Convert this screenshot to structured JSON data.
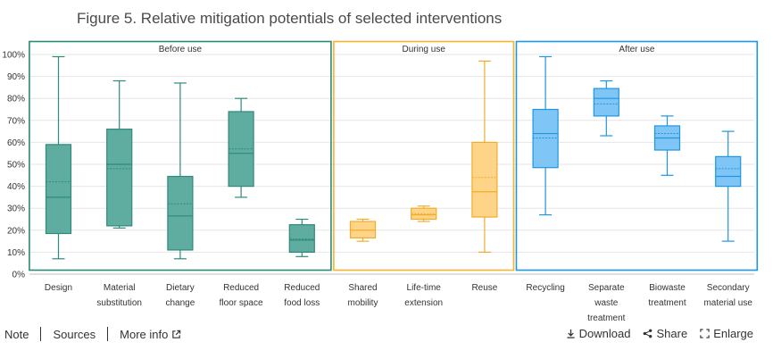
{
  "title": "Figure 5. Relative mitigation potentials of selected interventions",
  "colors": {
    "green": "#5fada0",
    "green_line": "#2f8a7b",
    "green_frame": "#2a8a73",
    "yellow": "#fdd488",
    "yellow_line": "#f2ac2b",
    "yellow_frame": "#f5b52e",
    "blue": "#7fc6f7",
    "blue_line": "#1e96e0",
    "blue_frame": "#1e96e0",
    "grid": "#e6e6e6",
    "text": "#333333"
  },
  "chart_data": {
    "type": "box",
    "title": "Figure 5. Relative mitigation potentials of selected interventions",
    "ylim": [
      0,
      100
    ],
    "yticks": [
      "0%",
      "10%",
      "20%",
      "30%",
      "40%",
      "50%",
      "60%",
      "70%",
      "80%",
      "90%",
      "100%"
    ],
    "grid": true,
    "groups": [
      {
        "label": "Before use",
        "color": "green",
        "categories": [
          0,
          1,
          2,
          3,
          4
        ]
      },
      {
        "label": "During use",
        "color": "yellow",
        "categories": [
          5,
          6,
          7
        ]
      },
      {
        "label": "After use",
        "color": "blue",
        "categories": [
          8,
          9,
          10,
          11
        ]
      }
    ],
    "categories": [
      {
        "label": [
          "Design"
        ],
        "min": 7,
        "q1": 18.5,
        "median": 35,
        "q3": 59,
        "max": 99,
        "mean": 42
      },
      {
        "label": [
          "Material",
          "substitution"
        ],
        "min": 21,
        "q1": 22,
        "median": 50,
        "q3": 66,
        "max": 88,
        "mean": 48
      },
      {
        "label": [
          "Dietary",
          "change"
        ],
        "min": 7,
        "q1": 11,
        "median": 26.5,
        "q3": 44.5,
        "max": 87,
        "mean": 32
      },
      {
        "label": [
          "Reduced",
          "floor space"
        ],
        "min": 35,
        "q1": 40,
        "median": 55,
        "q3": 74,
        "max": 80,
        "mean": 57
      },
      {
        "label": [
          "Reduced",
          "food loss"
        ],
        "min": 8,
        "q1": 10,
        "median": 15.5,
        "q3": 22.5,
        "max": 25,
        "mean": 16
      },
      {
        "label": [
          "Shared",
          "mobility"
        ],
        "min": 15,
        "q1": 16.5,
        "median": 20,
        "q3": 24,
        "max": 25,
        "mean": 20
      },
      {
        "label": [
          "Life-time",
          "extension"
        ],
        "min": 24,
        "q1": 25,
        "median": 27,
        "q3": 30,
        "max": 31,
        "mean": 27.5
      },
      {
        "label": [
          "Reuse"
        ],
        "min": 10,
        "q1": 26,
        "median": 37.5,
        "q3": 60,
        "max": 97,
        "mean": 44
      },
      {
        "label": [
          "Recycling"
        ],
        "min": 27,
        "q1": 48.5,
        "median": 64,
        "q3": 75,
        "max": 99,
        "mean": 62
      },
      {
        "label": [
          "Separate",
          "waste",
          "treatment"
        ],
        "min": 63,
        "q1": 72,
        "median": 80,
        "q3": 84.5,
        "max": 88,
        "mean": 77.5
      },
      {
        "label": [
          "Biowaste",
          "treatment"
        ],
        "min": 45,
        "q1": 56.5,
        "median": 62,
        "q3": 67.5,
        "max": 72,
        "mean": 64
      },
      {
        "label": [
          "Secondary",
          "material use"
        ],
        "min": 15,
        "q1": 40,
        "median": 44.5,
        "q3": 53.5,
        "max": 65,
        "mean": 48
      }
    ]
  },
  "footer": {
    "note": "Note",
    "sources": "Sources",
    "more_info": "More info",
    "download": "Download",
    "share": "Share",
    "enlarge": "Enlarge"
  }
}
